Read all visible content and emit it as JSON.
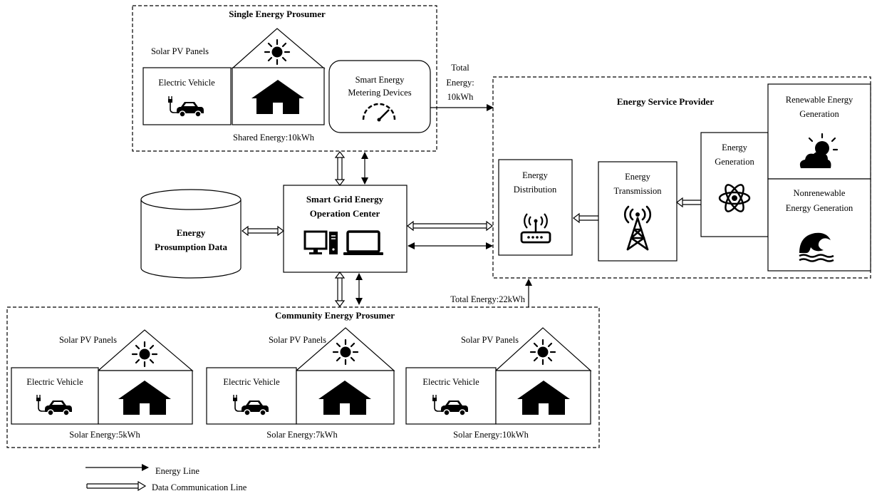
{
  "single_prosumer": {
    "title": "Single Energy Prosumer",
    "solar_label": "Solar PV Panels",
    "ev_label": "Electric Vehicle",
    "meter_line1": "Smart Energy",
    "meter_line2": "Metering Devices",
    "shared_energy": "Shared Energy:10kWh"
  },
  "total_energy_top": {
    "line1": "Total",
    "line2": "Energy:",
    "line3": "10kWh"
  },
  "operation_center": {
    "line1": "Smart Grid Energy",
    "line2": "Operation Center"
  },
  "database": {
    "line1": "Energy",
    "line2": "Prosumption Data"
  },
  "service_provider": {
    "title": "Energy Service Provider",
    "distribution_line1": "Energy",
    "distribution_line2": "Distribution",
    "transmission_line1": "Energy",
    "transmission_line2": "Transmission",
    "generation_line1": "Energy",
    "generation_line2": "Generation",
    "renewable_line1": "Renewable Energy",
    "renewable_line2": "Generation",
    "nonrenewable_line1": "Nonrenewable",
    "nonrenewable_line2": "Energy Generation"
  },
  "total_energy_bottom": "Total Energy:22kWh",
  "community": {
    "title": "Community Energy Prosumer",
    "houses": [
      {
        "solar_label": "Solar PV Panels",
        "ev_label": "Electric Vehicle",
        "solar_energy": "Solar Energy:5kWh"
      },
      {
        "solar_label": "Solar PV Panels",
        "ev_label": "Electric Vehicle",
        "solar_energy": "Solar Energy:7kWh"
      },
      {
        "solar_label": "Solar PV Panels",
        "ev_label": "Electric Vehicle",
        "solar_energy": "Solar Energy:10kWh"
      }
    ]
  },
  "legend": {
    "energy_line": "Energy Line",
    "data_line": "Data Communication Line"
  },
  "icons": {
    "sun": "sun-icon",
    "house": "house-icon",
    "car": "electric-car-icon",
    "gauge": "gauge-icon",
    "computer": "desktop-computer-icon",
    "laptop": "laptop-icon",
    "router": "wifi-router-icon",
    "tower": "transmission-tower-icon",
    "atom": "atom-icon",
    "weather": "sun-cloud-icon",
    "wave": "wave-icon"
  }
}
